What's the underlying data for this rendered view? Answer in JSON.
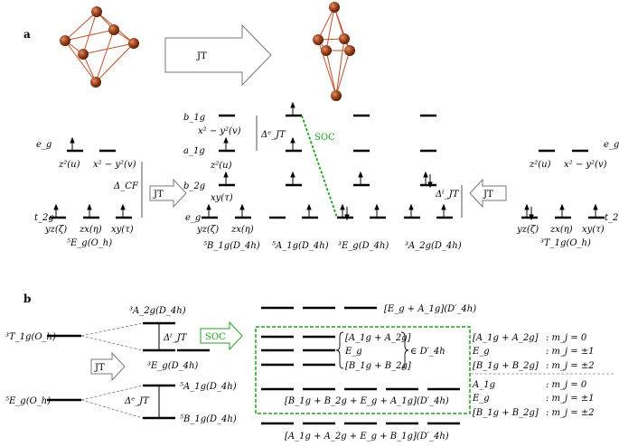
{
  "panel_a": {
    "label": "a",
    "jt_arrow": "JT",
    "soc": "SOC",
    "left": {
      "eg": "e_g",
      "t2g": "t_2g",
      "z2": "z²(u)",
      "x2y2": "x² − y²(v)",
      "yz": "yz(ζ)",
      "zx": "zx(η)",
      "xy": "xy(τ)",
      "delta_cf": "Δ_CF",
      "title": "⁵E_g(O_h)"
    },
    "mid": {
      "b1g": "b_1g",
      "a1g": "a_1g",
      "b2g": "b_2g",
      "eg": "e_g",
      "x2y2": "x² − y²(v)",
      "z2": "z²(u)",
      "xy": "xy(τ)",
      "yz": "yz(ζ)",
      "zx": "zx(η)",
      "delta_e": "Δᵉ_JT",
      "delta_t": "Δᵗ_JT",
      "states": [
        "⁵B_1g(D_4h)",
        "⁵A_1g(D_4h)",
        "³E_g(D_4h)",
        "³A_2g(D_4h)"
      ]
    },
    "right": {
      "eg": "e_g",
      "t2g": "t_2g",
      "z2": "z²(u)",
      "x2y2": "x² − y²(v)",
      "yz": "yz(ζ)",
      "zx": "zx(η)",
      "xy": "xy(τ)",
      "title": "³T_1g(O_h)"
    }
  },
  "panel_b": {
    "label": "b",
    "jt_box": "JT",
    "soc_box": "SOC",
    "t1g": "³T_1g(O_h)",
    "eg_oh": "⁵E_g(O_h)",
    "a2g_d4h": "³A_2g(D_4h)",
    "eg_d4h": "³E_g(D_4h)",
    "a1g_d4h": "⁵A_1g(D_4h)",
    "b1g_d4h": "⁵B_1g(D_4h)",
    "delta_t": "Δᵗ_JT",
    "delta_e": "Δᵉ_JT",
    "top_level": "[E_g + A_1g](D′_4h)",
    "group1": "[A_1g + A_2g]",
    "group2": "E_g",
    "group3": "[B_1g + B_2g]",
    "in_d4h": "∈ D′_4h",
    "mid_level": "[B_1g + B_2g + E_g + A_1g](D′_4h)",
    "bottom_level": "[A_1g + A_2g + E_g + B_1g](D′_4h)",
    "mj_table": [
      {
        "state": "[A_1g + A_2g]",
        "mj": ":  m_j = 0"
      },
      {
        "state": "E_g",
        "mj": ":  m_j = ±1"
      },
      {
        "state": "[B_1g + B_2g]",
        "mj": ":  m_j = ±2"
      },
      {
        "state": "A_1g",
        "mj": ":  m_j = 0"
      },
      {
        "state": "E_g",
        "mj": ":  m_j = ±1"
      },
      {
        "state": "[B_1g + B_2g]",
        "mj": ":  m_j = ±2"
      }
    ]
  },
  "colors": {
    "bond": "#c0502a",
    "atom": "#8b3a1a",
    "soc": "#22a022"
  }
}
